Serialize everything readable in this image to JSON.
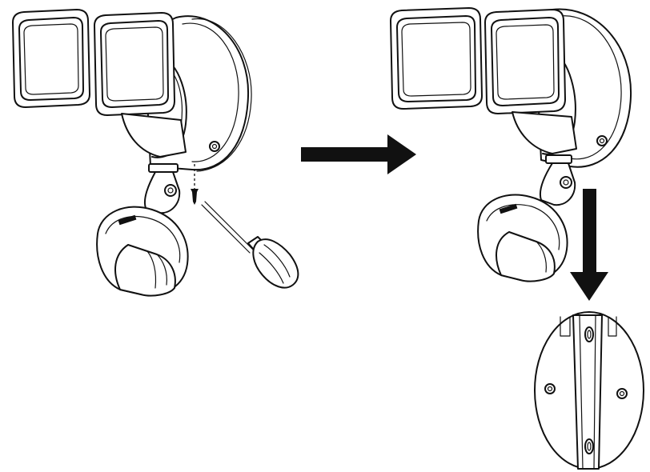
{
  "figure": {
    "background": "#ffffff",
    "line_color": "#111111",
    "steps": [
      {
        "id": "step-1",
        "depicts": [
          "twin-head-floodlight",
          "motion-sensor",
          "mounting-screw",
          "screwdriver"
        ]
      },
      {
        "id": "step-2",
        "depicts": [
          "twin-head-floodlight",
          "motion-sensor",
          "mounting-plate"
        ]
      }
    ],
    "arrows": [
      {
        "id": "arrow-right",
        "direction": "right"
      },
      {
        "id": "arrow-down",
        "direction": "down"
      }
    ]
  }
}
